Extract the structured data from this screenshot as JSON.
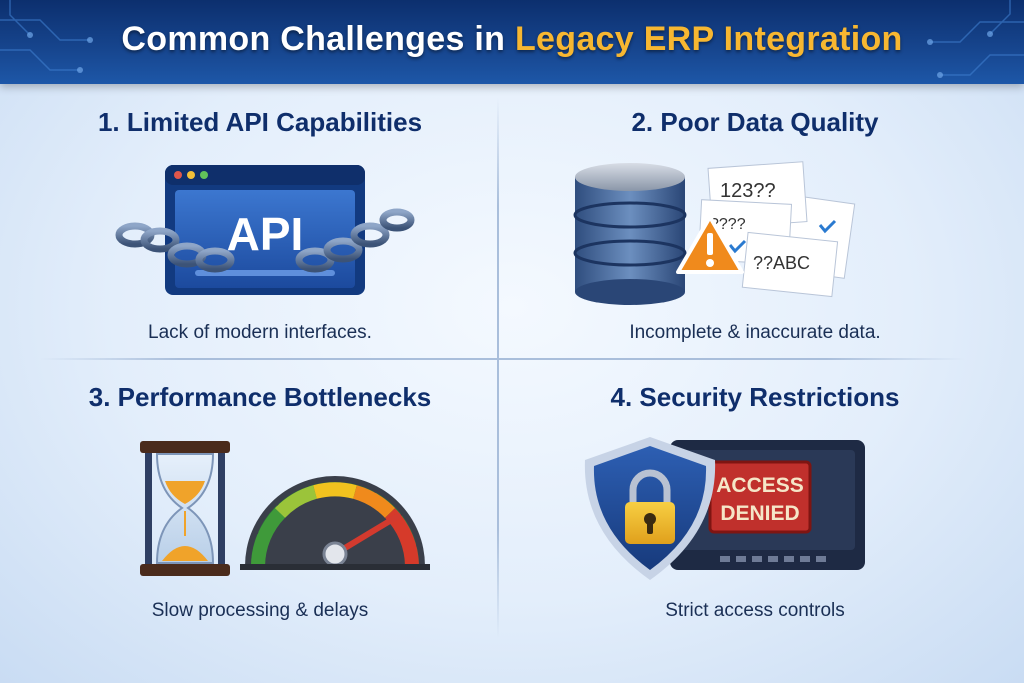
{
  "header": {
    "title_part1": "Common Challenges in ",
    "title_part2": "Legacy ERP Integration"
  },
  "challenges": [
    {
      "title": "1. Limited API Capabilities",
      "caption": "Lack of modern interfaces.",
      "art_label": "API"
    },
    {
      "title": "2. Poor Data Quality",
      "caption": "Incomplete & inaccurate data.",
      "doc_text_1": "123??",
      "doc_text_2": "????",
      "doc_text_3": "??ABC"
    },
    {
      "title": "3. Performance Bottlenecks",
      "caption": "Slow processing & delays"
    },
    {
      "title": "4. Security Restrictions",
      "caption": "Strict access controls",
      "sign_line_1": "ACCESS",
      "sign_line_2": "DENIED"
    }
  ],
  "colors": {
    "header_bg": "#17468f",
    "title_white": "#ffffff",
    "title_accent": "#f7b731",
    "heading_navy": "#0f2e6b",
    "warning_orange": "#f08a1c",
    "denied_red": "#c0302c"
  },
  "icons": [
    "chain-icon",
    "database-icon",
    "warning-icon",
    "hourglass-icon",
    "speedometer-icon",
    "shield-icon",
    "padlock-icon"
  ]
}
